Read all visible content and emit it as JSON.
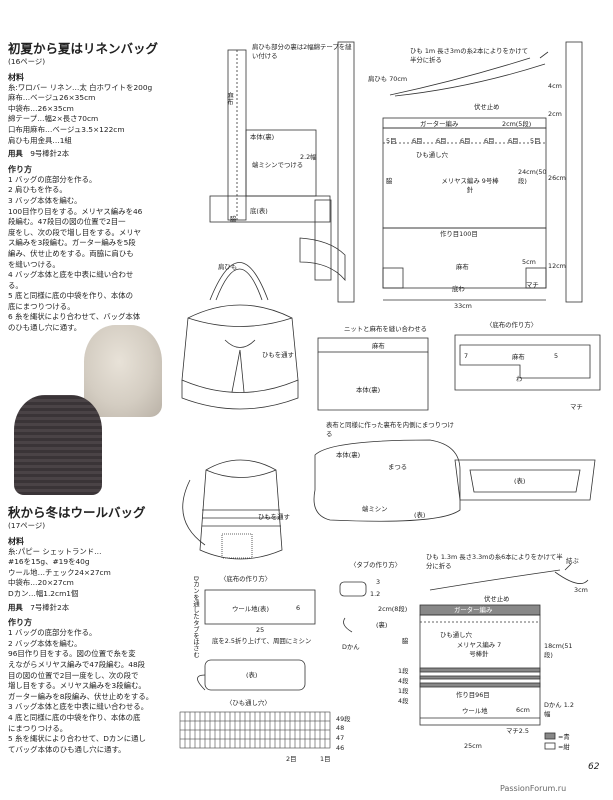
{
  "linen_bag": {
    "title": "初夏から夏はリネンバッグ",
    "page_ref": "(16ページ)",
    "materials_heading": "材料",
    "materials": [
      "糸:ワロバー リネン…太 白ホワイトを200g",
      "麻布…ベージュ26×35cm",
      "中袋布…26×35cm",
      "綿テープ…幅2×長さ70cm",
      "口布用麻布…ベージュ3.5×122cm",
      "肩ひも用金具…1組"
    ],
    "tools_heading": "用具",
    "tools": "9号棒針2本",
    "steps_heading": "作り方",
    "steps": [
      "1 バッグの底部分を作る。",
      "2 肩ひもを作る。",
      "3 バッグ本体を編む。",
      "100目作り目をする。メリヤス編みを46",
      "段編む。47段目の図の位置で2目一",
      "度をし、次の段で増し目をする。メリヤ",
      "ス編みを3段編む。ガーター編みを5段",
      "編み、伏せ止めをする。両脇に肩ひも",
      "を縫いつける。",
      "4 バッグ本体と底を中表に縫い合わせ",
      "る。",
      "5 底と同様に底の中袋を作り、本体の",
      "底にまつりつける。",
      "6 糸を縄状により合わせて、バッグ本体",
      "のひも通し穴に通す。"
    ]
  },
  "wool_bag": {
    "title": "秋から冬はウールバッグ",
    "page_ref": "(17ページ)",
    "materials_heading": "材料",
    "materials": [
      "糸:パピー シェットランド…",
      "#16を15g、#19を40g",
      "ウール地…チェック24×27cm",
      "中袋布…20×27cm",
      "Dカン…幅1.2cm1個"
    ],
    "tools_heading": "用具",
    "tools": "7号棒針2本",
    "steps_heading": "作り方",
    "steps": [
      "1 バッグの底部分を作る。",
      "2 バッグ本体を編む。",
      "96目作り目をする。図の位置で糸を変",
      "えながらメリヤス編みで47段編む。48段",
      "目の図の位置で2目一度をし、次の段で",
      "増し目をする。メリヤス編みを3段編む。",
      "ガーター編みを8段編み、伏せ止めをする。",
      "3 バッグ本体と底を中表に縫い合わせる。",
      "4 底と同様に底の中袋を作り、本体の底",
      "にまつりつける。",
      "5 糸を縄状により合わせて、Dカンに通し",
      "てバッグ本体のひも通し穴に通す。"
    ]
  },
  "diagram_labels": {
    "strap_note": "肩ひも部分の裏は2幅綿テープを縫い付ける",
    "linen": "麻布",
    "body_back": "本体(裏)",
    "machine_sew": "端ミシンでつける",
    "bottom_back": "底(表)",
    "side": "脇",
    "width_22": "2.2幅",
    "shoulder_strap": "肩ひも",
    "through_cord": "ひもを通す",
    "strap_70": "肩ひも 70cm",
    "cord_top": "ひも 1m 長さ3mの糸2本によりをかけて半分に折る",
    "bind_off": "伏せ止め",
    "garter": "ガーター編み",
    "garter_2cm": "2cm(5段)",
    "cord_hole": "ひも通し穴",
    "six": "6目",
    "five": "5目",
    "side_w": "脇",
    "stockinette": "メリヤス編み 9号棒針",
    "cm24": "24cm(50段)",
    "cm26": "26cm",
    "cm4": "4cm",
    "cm2": "2cm",
    "cast_on_100": "作り目100目",
    "linen_bottom": "麻布",
    "cm12": "12cm",
    "cm5": "5cm",
    "bottom": "底わ",
    "gusset": "マチ",
    "cm33": "33cm",
    "sew_knit": "ニットと麻布を縫い合わせる",
    "sew_lining": "表布と同様に作った裏布を内側にまつりつける",
    "matsuru": "まつる",
    "end_machine": "端ミシン",
    "front": "(表)",
    "body_back2": "本体(裏)",
    "back": "(裏)",
    "bottom_how_to": "〈底布の作り方〉",
    "num7": "7",
    "num5": "5",
    "wa": "わ",
    "machi": "マチ",
    "wool_bottom_how": "〈底布の作り方〉",
    "tab_how": "〈タブの作り方〉",
    "d_kan_side": "Dカンを通したタブをはさむ",
    "wool_fabric": "ウール地(表)",
    "n6": "6",
    "n25": "25",
    "fold_note": "底を2.5折り上げて、周囲にミシン",
    "n3": "3",
    "n12": "1.2",
    "d_kan": "Dかん",
    "hole_title": "〈ひも通し穴〉",
    "rows_49": "49段",
    "rows_48": "48",
    "rows_47": "47",
    "rows_46": "46",
    "stitch_2": "2目",
    "stitch_1": "1目",
    "cord_wool": "ひも 1.3m 長さ3.3mの糸6本によりをかけて半分に折る",
    "knot": "結ぶ",
    "cm3": "3cm",
    "bind_off2": "伏せ止め",
    "garter2": "ガーター編み",
    "cm2_8": "2cm(8段)",
    "cord_hole2": "ひも通し穴",
    "stock_7": "メリヤス編み 7号棒針",
    "cm18": "18cm(51段)",
    "row1": "1段",
    "row4": "4段",
    "cast_on_96": "作り目96目",
    "wool_base": "ウール地",
    "cm6": "6cm",
    "dkan_12": "Dかん 1.2幅",
    "machi25": "マチ2.5",
    "cm25": "25cm",
    "legend_blue": "=青",
    "legend_navy": "=紺"
  },
  "page_number": "62",
  "watermark": "PassionForum.ru"
}
